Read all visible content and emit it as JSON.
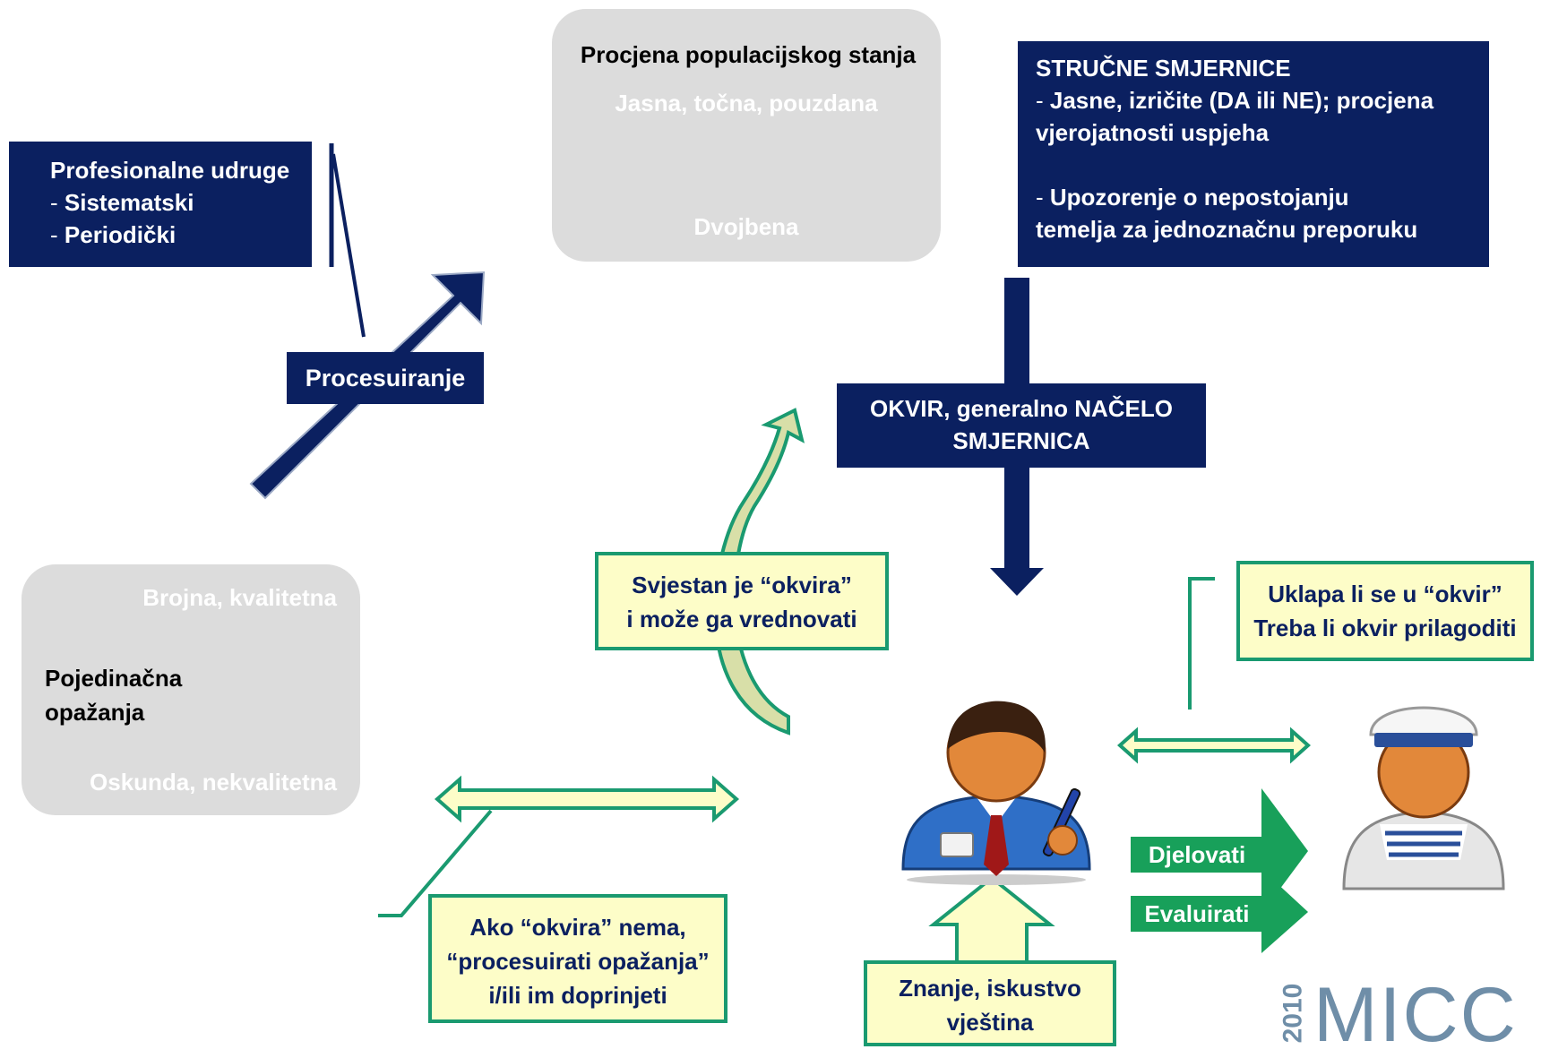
{
  "professional": {
    "title": "Profesionalne udruge",
    "items": [
      {
        "prefix": "- ",
        "text": "Sistematski"
      },
      {
        "prefix": "- ",
        "text": "Periodički"
      }
    ]
  },
  "processing_label": "Procesuiranje",
  "population": {
    "title": "Procjena populacijskog stanja",
    "top": "Jasna, točna, pouzdana",
    "bottom": "Dvojbena"
  },
  "guidelines": {
    "title": "STRUČNE SMJERNICE",
    "line1_prefix": "- ",
    "line1a": "Jasne, izričite (DA ili NE); procjena",
    "line1b": "vjerojatnosti uspjeha",
    "line2_prefix": "- ",
    "line2a": "Upozorenje o nepostojanju",
    "line2b": "temelja za jednoznačnu preporuku"
  },
  "framework": {
    "line1": "OKVIR, generalno NAČELO",
    "line2": "SMJERNICA"
  },
  "aware": {
    "line1": "Svjestan je “okvira”",
    "line2": "i može ga vrednovati"
  },
  "fits": {
    "line1": "Uklapa li se u “okvir”",
    "line2": "Treba li okvir prilagoditi"
  },
  "observations": {
    "top": "Brojna, kvalitetna",
    "label_line1": "Pojedinačna",
    "label_line2": "opažanja",
    "bottom": "Oskunda, nekvalitetna"
  },
  "no_framework": {
    "line1": "Ako “okvira” nema,",
    "line2": "“procesuirati opažanja”",
    "line3": "i/ili im doprinjeti"
  },
  "knowledge": {
    "line1": "Znanje, iskustvo",
    "line2": "vještina"
  },
  "actions": {
    "act": "Djelovati",
    "evaluate": "Evaluirati"
  },
  "logo": {
    "year": "2010",
    "name": "MICC"
  },
  "icons": {
    "doctor": "doctor-icon",
    "patient": "sailor-patient-icon"
  },
  "colors": {
    "navy": "#0b2060",
    "green_border": "#1a9a70",
    "green_fill": "#fdfdc8",
    "green_label": "#18a05a",
    "gray_box": "#dcdcdc"
  }
}
